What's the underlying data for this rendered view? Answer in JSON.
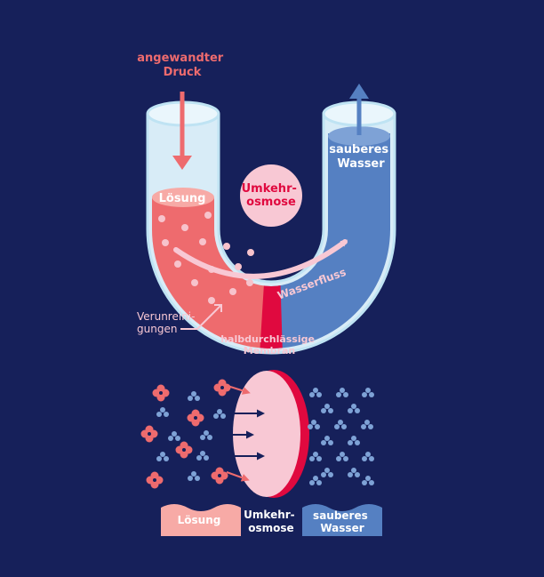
{
  "colors": {
    "background": "#16205a",
    "solution": "#ee6b6e",
    "solution_light": "#f7aaa6",
    "clean_water": "#5580c2",
    "clean_water_light": "#7ea2d6",
    "tube_glass": "#d8ecf7",
    "membrane_light": "#f8c8d4",
    "membrane_dark": "#e0093f",
    "label_light": "#f8c8d4",
    "label_white": "#ffffff"
  },
  "labels": {
    "applied_pressure": [
      "angewandter",
      "Druck"
    ],
    "solution": "Lösung",
    "clean_water": [
      "sauberes",
      "Wasser"
    ],
    "reverse_osmosis": [
      "Umkehr-",
      "osmose"
    ],
    "water_flow": "Wasserfluss",
    "impurities": [
      "Verunreini-",
      "gungen"
    ],
    "membrane": [
      "halbdurchlässige",
      "Membran"
    ]
  },
  "bottom_labels": {
    "solution": "Lösung",
    "reverse_osmosis": [
      "Umkehr-",
      "osmose"
    ],
    "clean_water": [
      "sauberes",
      "Wasser"
    ]
  },
  "icons": {
    "pressure_arrow": "arrow-down-icon",
    "outflow_arrow": "arrow-up-icon",
    "flow_arrow": "curved-arrow-icon",
    "impurity": "contaminant-molecule-icon",
    "water": "water-molecule-icon"
  }
}
